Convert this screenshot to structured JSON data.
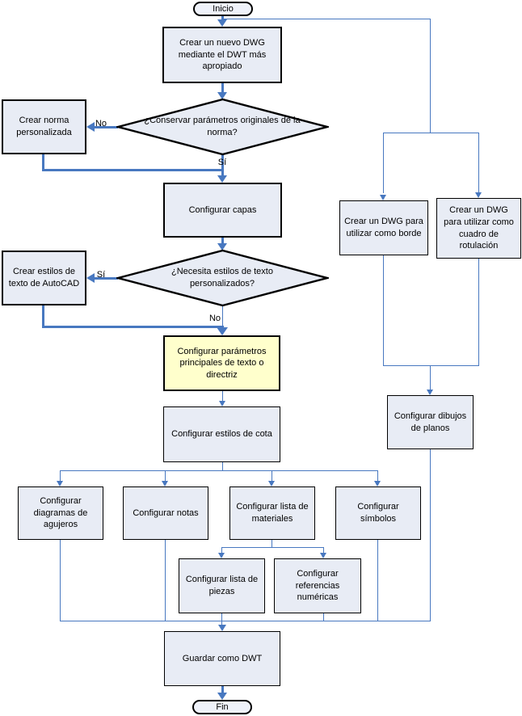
{
  "diagram": {
    "nodes": {
      "inicio": "Inicio",
      "crear_dwg": "Crear un nuevo DWG mediante el DWT más apropiado",
      "conservar_parametros": "¿Conservar parámetros originales de la norma?",
      "crear_norma": "Crear norma personalizada",
      "configurar_capas": "Configurar capas",
      "necesita_estilos": "¿Necesita estilos de texto personalizados?",
      "crear_estilos_texto": "Crear estilos de texto de AutoCAD",
      "parametros_texto": "Configurar parámetros principales de texto o directriz",
      "estilos_cota": "Configurar estilos de cota",
      "diagramas_agujeros": "Configurar diagramas de agujeros",
      "configurar_notas": "Configurar notas",
      "lista_materiales": "Configurar lista de materiales",
      "configurar_simbolos": "Configurar símbolos",
      "lista_piezas": "Configurar lista de piezas",
      "referencias_numericas": "Configurar referencias numéricas",
      "dwg_borde": "Crear un DWG para utilizar como borde",
      "dwg_rotulacion": "Crear un DWG para utilizar como cuadro de rotulación",
      "dibujos_planos": "Configurar dibujos de planos",
      "guardar_dwt": "Guardar como DWT",
      "fin": "Fin"
    },
    "edge_labels": {
      "conservar_no": "No",
      "conservar_si": "Sí",
      "necesita_si": "Sí",
      "necesita_no": "No"
    },
    "colors": {
      "node_fill": "#e8ecf5",
      "highlight_fill": "#ffffcc",
      "border": "#000000",
      "connector_blue": "#4878c0"
    }
  }
}
